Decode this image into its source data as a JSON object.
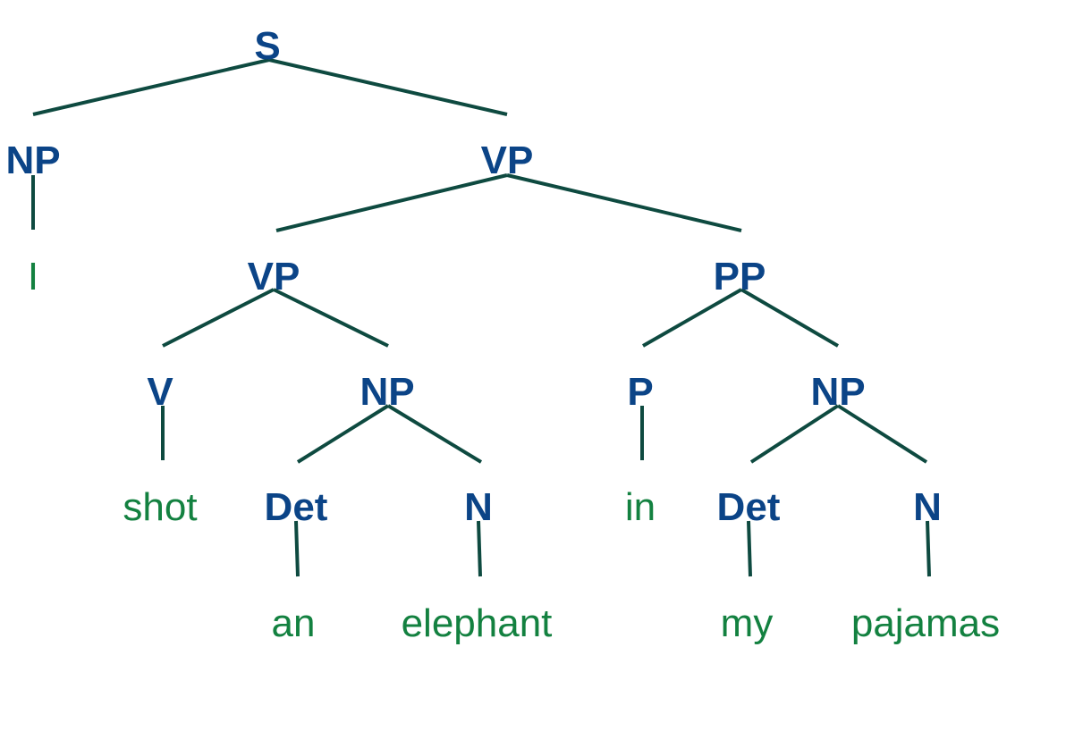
{
  "colors": {
    "category": "#0b4487",
    "word": "#138140",
    "edge": "#0e4a40",
    "background": "#ffffff"
  },
  "tree": {
    "nodes": [
      {
        "id": "s",
        "label": "S",
        "kind": "category"
      },
      {
        "id": "np1",
        "label": "NP",
        "kind": "category"
      },
      {
        "id": "vp1",
        "label": "VP",
        "kind": "category"
      },
      {
        "id": "w-i",
        "label": "I",
        "kind": "word"
      },
      {
        "id": "vp2",
        "label": "VP",
        "kind": "category"
      },
      {
        "id": "pp",
        "label": "PP",
        "kind": "category"
      },
      {
        "id": "v",
        "label": "V",
        "kind": "category"
      },
      {
        "id": "np2",
        "label": "NP",
        "kind": "category"
      },
      {
        "id": "p",
        "label": "P",
        "kind": "category"
      },
      {
        "id": "np3",
        "label": "NP",
        "kind": "category"
      },
      {
        "id": "w-shot",
        "label": "shot",
        "kind": "word"
      },
      {
        "id": "det1",
        "label": "Det",
        "kind": "category"
      },
      {
        "id": "n1",
        "label": "N",
        "kind": "category"
      },
      {
        "id": "w-in",
        "label": "in",
        "kind": "word"
      },
      {
        "id": "det2",
        "label": "Det",
        "kind": "category"
      },
      {
        "id": "n2",
        "label": "N",
        "kind": "category"
      },
      {
        "id": "w-an",
        "label": "an",
        "kind": "word"
      },
      {
        "id": "w-elephant",
        "label": "elephant",
        "kind": "word"
      },
      {
        "id": "w-my",
        "label": "my",
        "kind": "word"
      },
      {
        "id": "w-pajamas",
        "label": "pajamas",
        "kind": "word"
      }
    ],
    "edges": [
      [
        "s",
        "np1"
      ],
      [
        "s",
        "vp1"
      ],
      [
        "np1",
        "w-i"
      ],
      [
        "vp1",
        "vp2"
      ],
      [
        "vp1",
        "pp"
      ],
      [
        "vp2",
        "v"
      ],
      [
        "vp2",
        "np2"
      ],
      [
        "pp",
        "p"
      ],
      [
        "pp",
        "np3"
      ],
      [
        "v",
        "w-shot"
      ],
      [
        "np2",
        "det1"
      ],
      [
        "np2",
        "n1"
      ],
      [
        "p",
        "w-in"
      ],
      [
        "np3",
        "det2"
      ],
      [
        "np3",
        "n2"
      ],
      [
        "det1",
        "w-an"
      ],
      [
        "n1",
        "w-elephant"
      ],
      [
        "det2",
        "w-my"
      ],
      [
        "n2",
        "w-pajamas"
      ]
    ]
  }
}
